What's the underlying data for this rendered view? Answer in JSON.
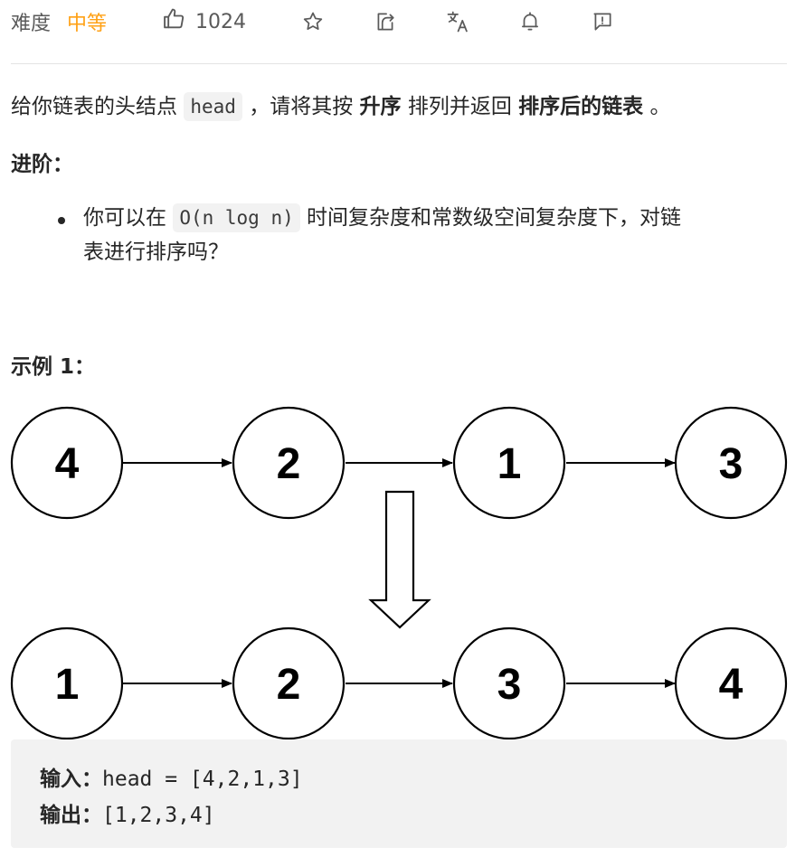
{
  "toolbar": {
    "difficulty_label": "难度",
    "difficulty_value": "中等",
    "difficulty_color": "#ffa116",
    "likes": "1024",
    "icons": [
      "thumbs-up-icon",
      "star-icon",
      "share-icon",
      "translate-icon",
      "bell-icon",
      "feedback-icon"
    ]
  },
  "description": {
    "part1": "给你链表的头结点 ",
    "code_head": "head",
    "part2": " ，请将其按 ",
    "bold1": "升序",
    "part3": " 排列并返回 ",
    "bold2": "排序后的链表",
    "part4": " 。"
  },
  "advanced": {
    "heading": "进阶：",
    "part1": "你可以在 ",
    "code_complexity": "O(n log n)",
    "part2": " 时间复杂度和常数级空间复杂度下，对链",
    "part3": "表进行排序吗？"
  },
  "example": {
    "heading": "示例 1：",
    "input_list": [
      "4",
      "2",
      "1",
      "3"
    ],
    "output_list": [
      "1",
      "2",
      "3",
      "4"
    ],
    "input_label": "输入：",
    "input_value": "head = [4,2,1,3]",
    "output_label": "输出：",
    "output_value": "[1,2,3,4]"
  }
}
